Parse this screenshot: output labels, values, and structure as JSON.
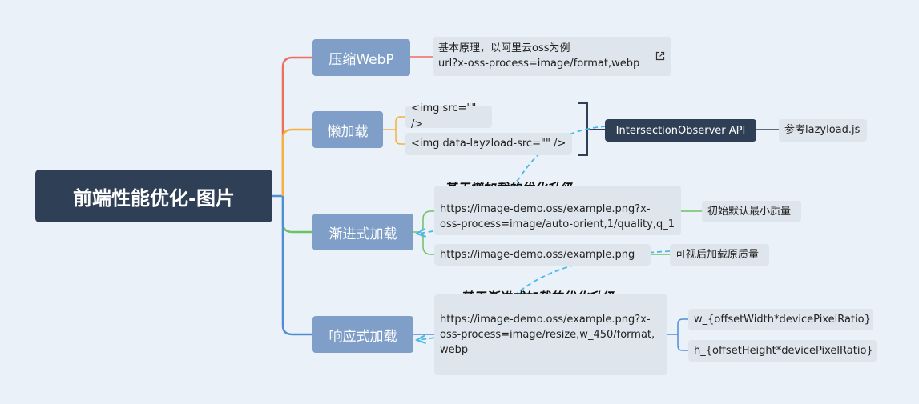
{
  "root": {
    "title": "前端性能优化-图片"
  },
  "branches": {
    "webp": {
      "label": "压缩WebP"
    },
    "lazy": {
      "label": "懒加载"
    },
    "progressive": {
      "label": "渐进式加载"
    },
    "responsive": {
      "label": "响应式加载"
    }
  },
  "webp_note": {
    "line1": "基本原理，以阿里云oss为例",
    "line2": "url?x-oss-process=image/format,webp",
    "icon": "external-link-icon"
  },
  "lazy_items": {
    "img_src": "<img src=\"\" />",
    "img_data": "<img data-layzload-src=\"\" />",
    "observer": "IntersectionObserver API",
    "ref": "参考lazyload.js"
  },
  "progressive": {
    "summary": "基于懒加载的优化升级",
    "url1_line1": "https://image-demo.oss/example.png?x-",
    "url1_line2": "oss-process=image/auto-orient,1/quality,q_1",
    "url1_note": "初始默认最小质量",
    "url2": "https://image-demo.oss/example.png",
    "url2_note": "可视后加载原质量"
  },
  "responsive": {
    "summary": "基于渐进式加载的优化升级",
    "url_line1": "https://image-demo.oss/example.png?x-",
    "url_line2": "oss-process=image/resize,w_450/format,",
    "url_line3": "webp",
    "width_param": "w_{offsetWidth*devicePixelRatio}",
    "height_param": "h_{offsetHeight*devicePixelRatio}"
  },
  "colors": {
    "background": "#eaf1f8",
    "root": "#2f3f55",
    "branch": "#7f9fc8",
    "leaf": "#dfe5ec",
    "webp_line": "#ee6f5f",
    "lazy_line": "#f5b13c",
    "progressive_line": "#6cc264",
    "responsive_line": "#4f8ed4",
    "dashed_arrow": "#4db8e8"
  }
}
